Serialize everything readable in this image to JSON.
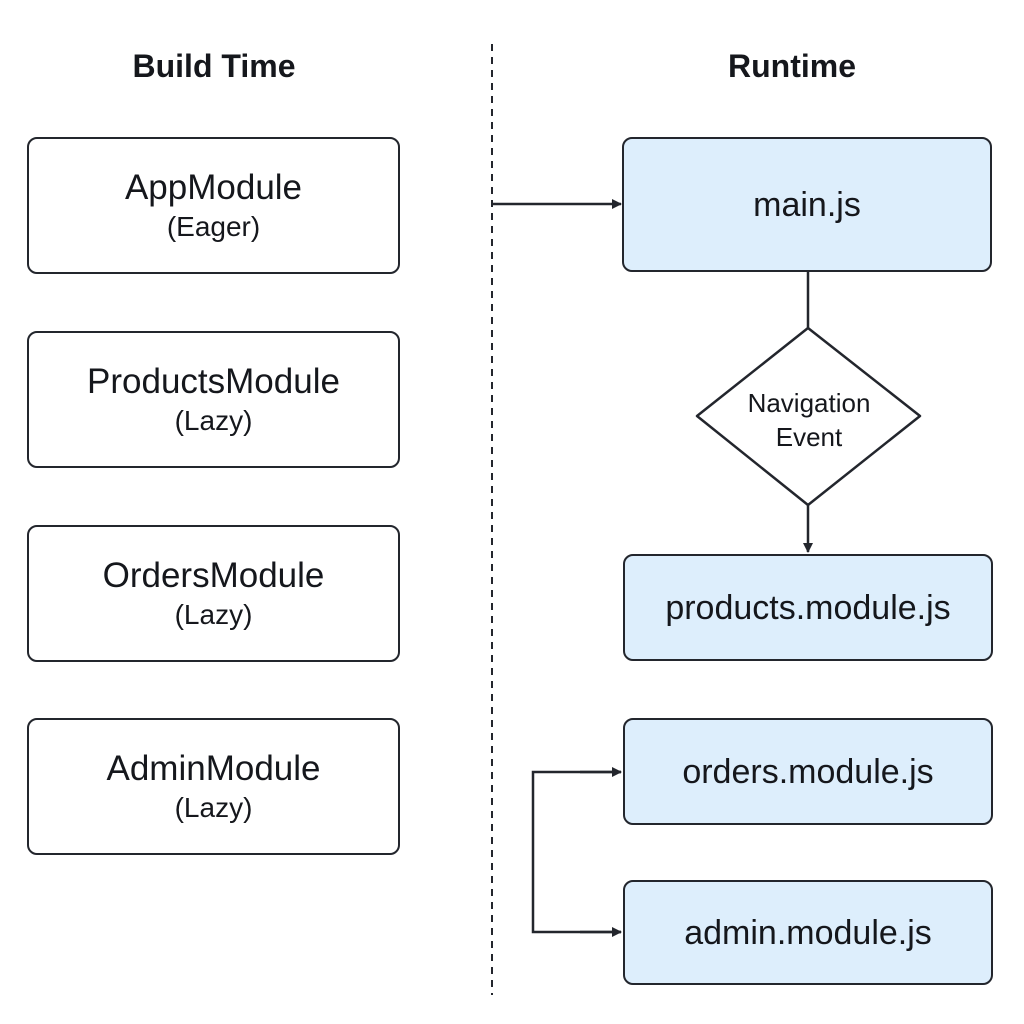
{
  "columns": {
    "build_title": "Build Time",
    "runtime_title": "Runtime"
  },
  "build_modules": [
    {
      "name": "AppModule",
      "mode": "(Eager)"
    },
    {
      "name": "ProductsModule",
      "mode": "(Lazy)"
    },
    {
      "name": "OrdersModule",
      "mode": "(Lazy)"
    },
    {
      "name": "AdminModule",
      "mode": "(Lazy)"
    }
  ],
  "runtime": {
    "main": "main.js",
    "decision_line1": "Navigation",
    "decision_line2": "Event",
    "products_chunk": "products.module.js",
    "orders_chunk": "orders.module.js",
    "admin_chunk": "admin.module.js"
  },
  "colors": {
    "runtime_box_fill": "#ddeefc",
    "stroke": "#23262d"
  }
}
